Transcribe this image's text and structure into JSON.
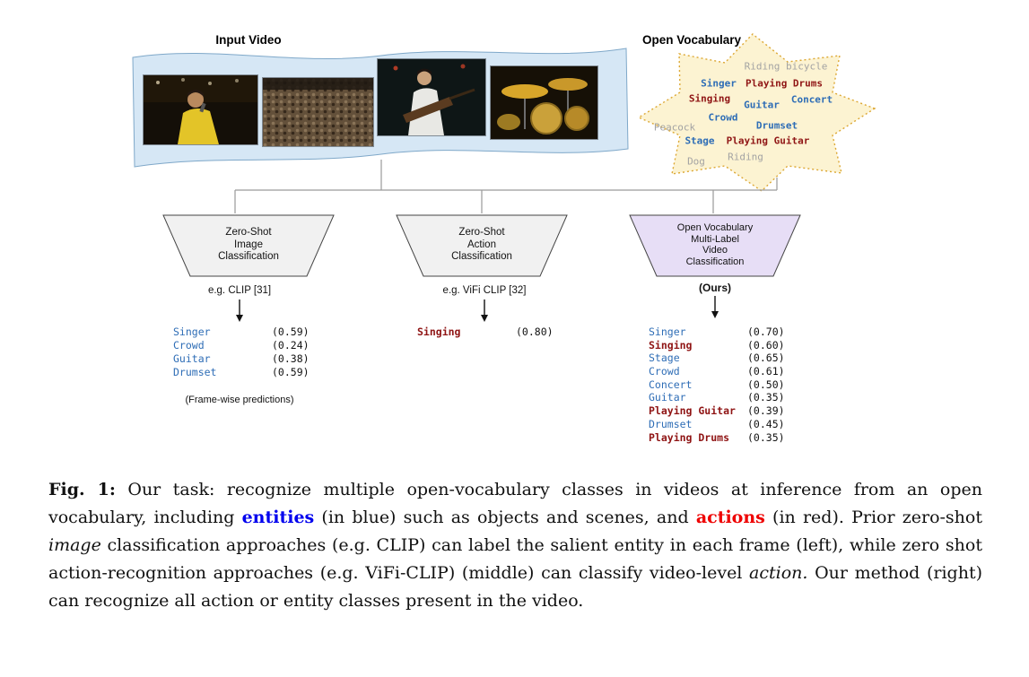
{
  "colors": {
    "entity": "#2e6db6",
    "action": "#8f1414",
    "irrelevant": "#a3a3a3",
    "caption_entity": "#0000ee",
    "caption_action": "#ee0000",
    "film": "#d6e7f5",
    "burst": "#fcf3d2",
    "ours_box": "#e7def6"
  },
  "input_video": {
    "title": "Input Video"
  },
  "open_vocabulary": {
    "title": "Open Vocabulary",
    "words": [
      {
        "text": "Riding bicycle",
        "category": "irrelevant"
      },
      {
        "text": "Singer",
        "category": "entity"
      },
      {
        "text": "Playing Drums",
        "category": "action"
      },
      {
        "text": "Singing",
        "category": "action"
      },
      {
        "text": "Guitar",
        "category": "entity"
      },
      {
        "text": "Concert",
        "category": "entity"
      },
      {
        "text": "Crowd",
        "category": "entity"
      },
      {
        "text": "Drumset",
        "category": "entity"
      },
      {
        "text": "Peacock",
        "category": "irrelevant"
      },
      {
        "text": "Stage",
        "category": "entity"
      },
      {
        "text": "Playing Guitar",
        "category": "action"
      },
      {
        "text": "Dog",
        "category": "irrelevant"
      },
      {
        "text": "Riding",
        "category": "irrelevant"
      }
    ]
  },
  "branches": [
    {
      "box_lines": [
        "Zero-Shot",
        "Image",
        "Classification"
      ],
      "method": "e.g. CLIP [31]",
      "predictions": [
        {
          "label": "Singer",
          "score": "(0.59)",
          "category": "entity"
        },
        {
          "label": "Crowd",
          "score": "(0.24)",
          "category": "entity"
        },
        {
          "label": "Guitar",
          "score": "(0.38)",
          "category": "entity"
        },
        {
          "label": "Drumset",
          "score": "(0.59)",
          "category": "entity"
        }
      ],
      "note": "(Frame-wise predictions)"
    },
    {
      "box_lines": [
        "Zero-Shot",
        "Action",
        "Classification"
      ],
      "method": "e.g. ViFi CLIP [32]",
      "predictions": [
        {
          "label": "Singing",
          "score": "(0.80)",
          "category": "action"
        }
      ]
    },
    {
      "box_lines": [
        "Open Vocabulary",
        "Multi-Label",
        "Video",
        "Classification"
      ],
      "method": "(Ours)",
      "predictions": [
        {
          "label": "Singer",
          "score": "(0.70)",
          "category": "entity"
        },
        {
          "label": "Singing",
          "score": "(0.60)",
          "category": "action"
        },
        {
          "label": "Stage",
          "score": "(0.65)",
          "category": "entity"
        },
        {
          "label": "Crowd",
          "score": "(0.61)",
          "category": "entity"
        },
        {
          "label": "Concert",
          "score": "(0.50)",
          "category": "entity"
        },
        {
          "label": "Guitar",
          "score": "(0.35)",
          "category": "entity"
        },
        {
          "label": "Playing Guitar",
          "score": "(0.39)",
          "category": "action"
        },
        {
          "label": "Drumset",
          "score": "(0.45)",
          "category": "entity"
        },
        {
          "label": "Playing Drums",
          "score": "(0.35)",
          "category": "action"
        }
      ]
    }
  ],
  "caption": {
    "segments": [
      {
        "text": "Fig. 1:",
        "style": "bold"
      },
      {
        "text": " Our task: recognize multiple open-vocabulary classes in videos at inference from an open vocabulary, including ",
        "style": "plain"
      },
      {
        "text": "entities",
        "style": "entity-bold"
      },
      {
        "text": " (in blue) such as objects and scenes, and ",
        "style": "plain"
      },
      {
        "text": "actions",
        "style": "action-bold"
      },
      {
        "text": " (in red). Prior zero-shot ",
        "style": "plain"
      },
      {
        "text": "image",
        "style": "italic"
      },
      {
        "text": " classification approaches (e.g. CLIP) can label the salient entity in each frame (left), while zero shot action-recognition approaches (e.g. ViFi-CLIP) (middle) can classify video-level ",
        "style": "plain"
      },
      {
        "text": "action.",
        "style": "italic"
      },
      {
        "text": " Our method (right) can recognize all action or entity classes present in the video.",
        "style": "plain"
      }
    ]
  }
}
